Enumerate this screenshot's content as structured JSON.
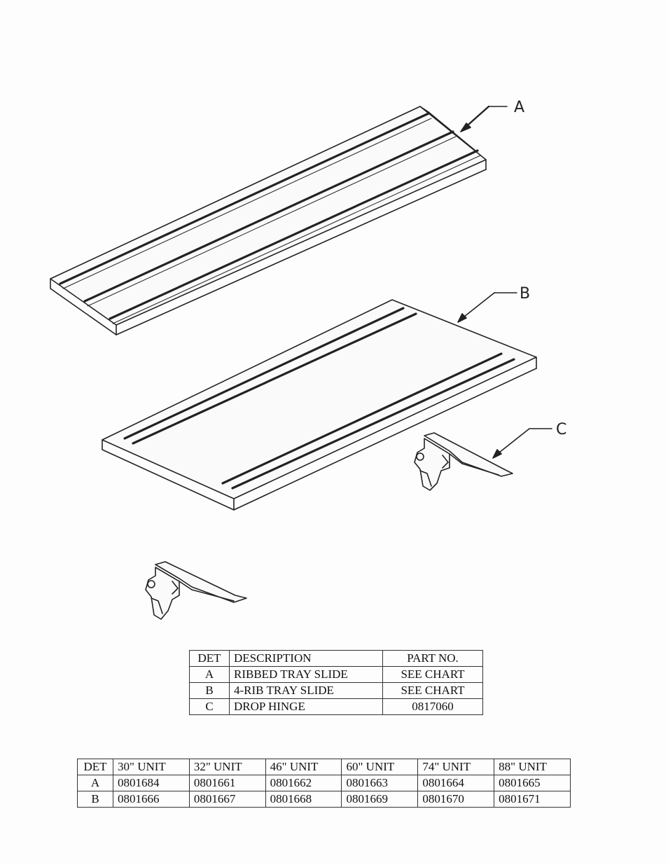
{
  "callouts": {
    "a": "A",
    "b": "B",
    "c": "C"
  },
  "description_table": {
    "headers": {
      "det": "DET",
      "description": "DESCRIPTION",
      "part": "PART NO."
    },
    "rows": [
      {
        "det": "A",
        "description": "RIBBED TRAY SLIDE",
        "part": "SEE CHART"
      },
      {
        "det": "B",
        "description": "4-RIB TRAY SLIDE",
        "part": "SEE CHART"
      },
      {
        "det": "C",
        "description": "DROP HINGE",
        "part": "0817060"
      }
    ]
  },
  "unit_table": {
    "headers": [
      "DET",
      "30\" UNIT",
      "32\" UNIT",
      "46\" UNIT",
      "60\" UNIT",
      "74\" UNIT",
      "88\" UNIT"
    ],
    "rows": [
      [
        "A",
        "0801684",
        "0801661",
        "0801662",
        "0801663",
        "0801664",
        "0801665"
      ],
      [
        "B",
        "0801666",
        "0801667",
        "0801668",
        "0801669",
        "0801670",
        "0801671"
      ]
    ]
  }
}
